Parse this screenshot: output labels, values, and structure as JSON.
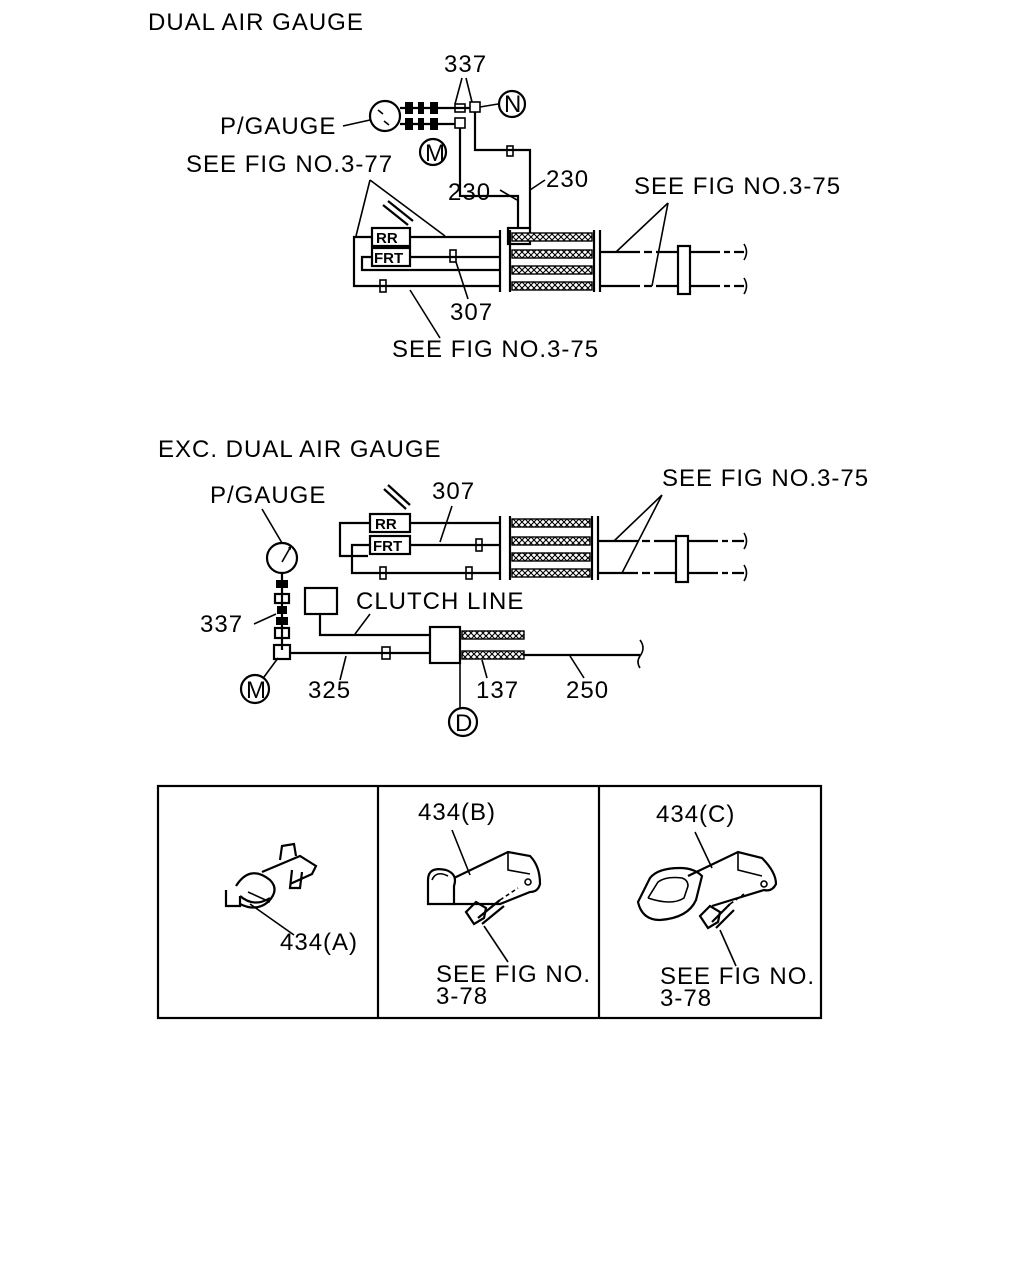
{
  "sections": {
    "dual": {
      "title": "DUAL AIR GAUGE",
      "labels": {
        "part_337": "337",
        "p_gauge": "P/GAUGE",
        "see_fig_3_77": "SEE FIG NO.3-77",
        "part_230_a": "230",
        "part_230_b": "230",
        "see_fig_3_75_right": "SEE FIG NO.3-75",
        "part_307": "307",
        "see_fig_3_75_bottom": "SEE FIG NO.3-75",
        "marker_m": "M",
        "marker_n": "N",
        "valve_rr": "RR",
        "valve_frt": "FRT"
      }
    },
    "exc": {
      "title": "EXC. DUAL AIR GAUGE",
      "labels": {
        "p_gauge": "P/GAUGE",
        "part_307": "307",
        "see_fig_3_75": "SEE FIG NO.3-75",
        "clutch_line": "CLUTCH LINE",
        "part_337": "337",
        "part_325": "325",
        "part_137": "137",
        "part_250": "250",
        "marker_m": "M",
        "marker_d": "D",
        "valve_rr": "RR",
        "valve_frt": "FRT"
      }
    }
  },
  "details": [
    {
      "part": "434(A)",
      "note_line1": "",
      "note_line2": ""
    },
    {
      "part": "434(B)",
      "note_line1": "SEE FIG NO.",
      "note_line2": "3-78"
    },
    {
      "part": "434(C)",
      "note_line1": "SEE FIG NO.",
      "note_line2": "3-78"
    }
  ]
}
